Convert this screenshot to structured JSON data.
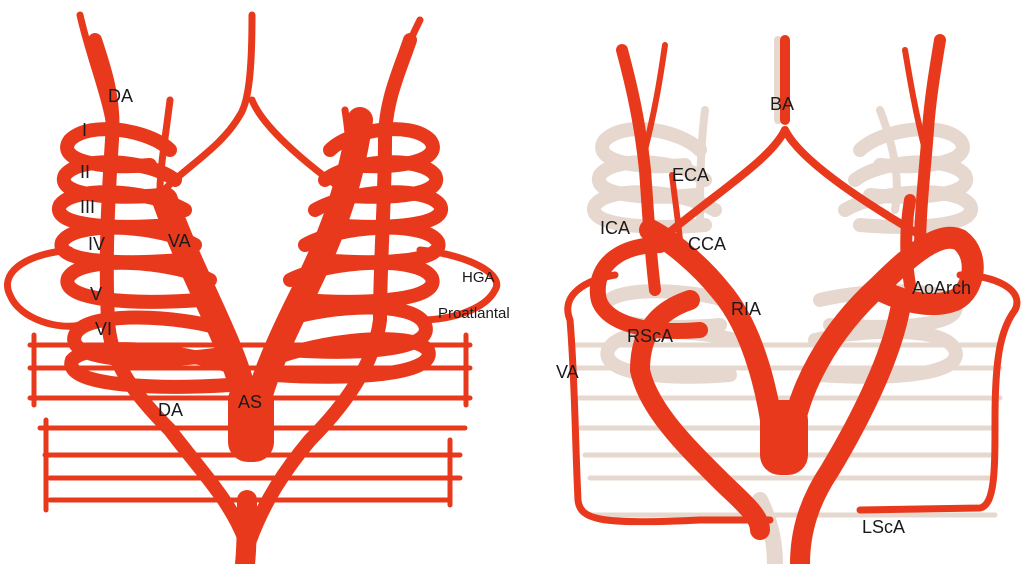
{
  "colors": {
    "artery": "#e8391d",
    "artery_highlight": "#ff6a4a",
    "regressed": "#e6d8cf",
    "background": "#ffffff",
    "label": "#1a1a1a"
  },
  "left_panel": {
    "labels": {
      "da_top": "DA",
      "arch_1": "I",
      "arch_2": "II",
      "arch_3": "III",
      "arch_4": "IV",
      "arch_5": "V",
      "arch_6": "VI",
      "va": "VA",
      "hga": "HGA",
      "proatlantal": "Proatlantal",
      "as": "AS",
      "da_bottom": "DA"
    }
  },
  "right_panel": {
    "labels": {
      "ba": "BA",
      "eca": "ECA",
      "ica": "ICA",
      "cca": "CCA",
      "ria": "RIA",
      "rsca": "RScA",
      "va": "VA",
      "aoarch": "AoArch",
      "lsca": "LScA"
    }
  }
}
